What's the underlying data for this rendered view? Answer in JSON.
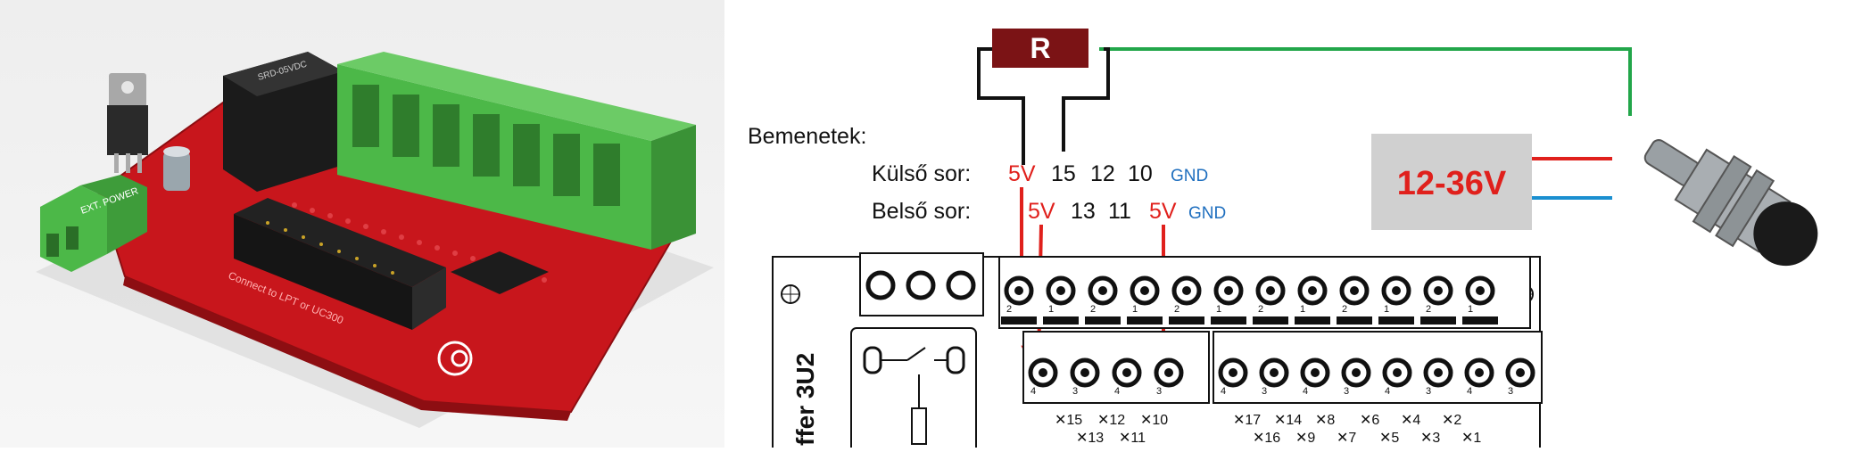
{
  "colors": {
    "resistor": "#7b1315",
    "wire_red": "#e0201c",
    "wire_green": "#22a64a",
    "wire_blue": "#1a8fd0",
    "gnd_text": "#1f6fbf",
    "board_red": "#c8161c",
    "terminal_green": "#4cb848",
    "voltage_box": "#d0d0d0"
  },
  "diagram": {
    "resistor_label": "R",
    "inputs_title": "Bemenetek:",
    "outer_row": {
      "label": "Külső sor:",
      "pins": [
        "5V",
        "15",
        "12",
        "10",
        "GND"
      ]
    },
    "inner_row": {
      "label": "Belső sor:",
      "pins": [
        "5V",
        "13",
        "11",
        "5V",
        "GND"
      ]
    },
    "voltage_label": "12-36V",
    "board_label": "ffer 3U2",
    "bottom_labels_top": [
      "15",
      "12",
      "10",
      "17",
      "14",
      "8",
      "6",
      "4",
      "2"
    ],
    "bottom_labels_bottom": [
      "13",
      "11",
      "16",
      "9",
      "7",
      "5",
      "3",
      "1"
    ],
    "pin_numbers_top": [
      "2",
      "1",
      "2",
      "1",
      "2",
      "1",
      "2",
      "1",
      "2",
      "1",
      "2",
      "1"
    ],
    "pin_numbers_bottom": [
      "4",
      "3",
      "4",
      "3",
      "4",
      "3",
      "4",
      "3",
      "4",
      "3",
      "4",
      "3"
    ]
  },
  "photo": {
    "board_print": "Connect to LPT or UC300",
    "power_label": "EXT. POWER",
    "relay_text": "SRD-05VDC"
  }
}
